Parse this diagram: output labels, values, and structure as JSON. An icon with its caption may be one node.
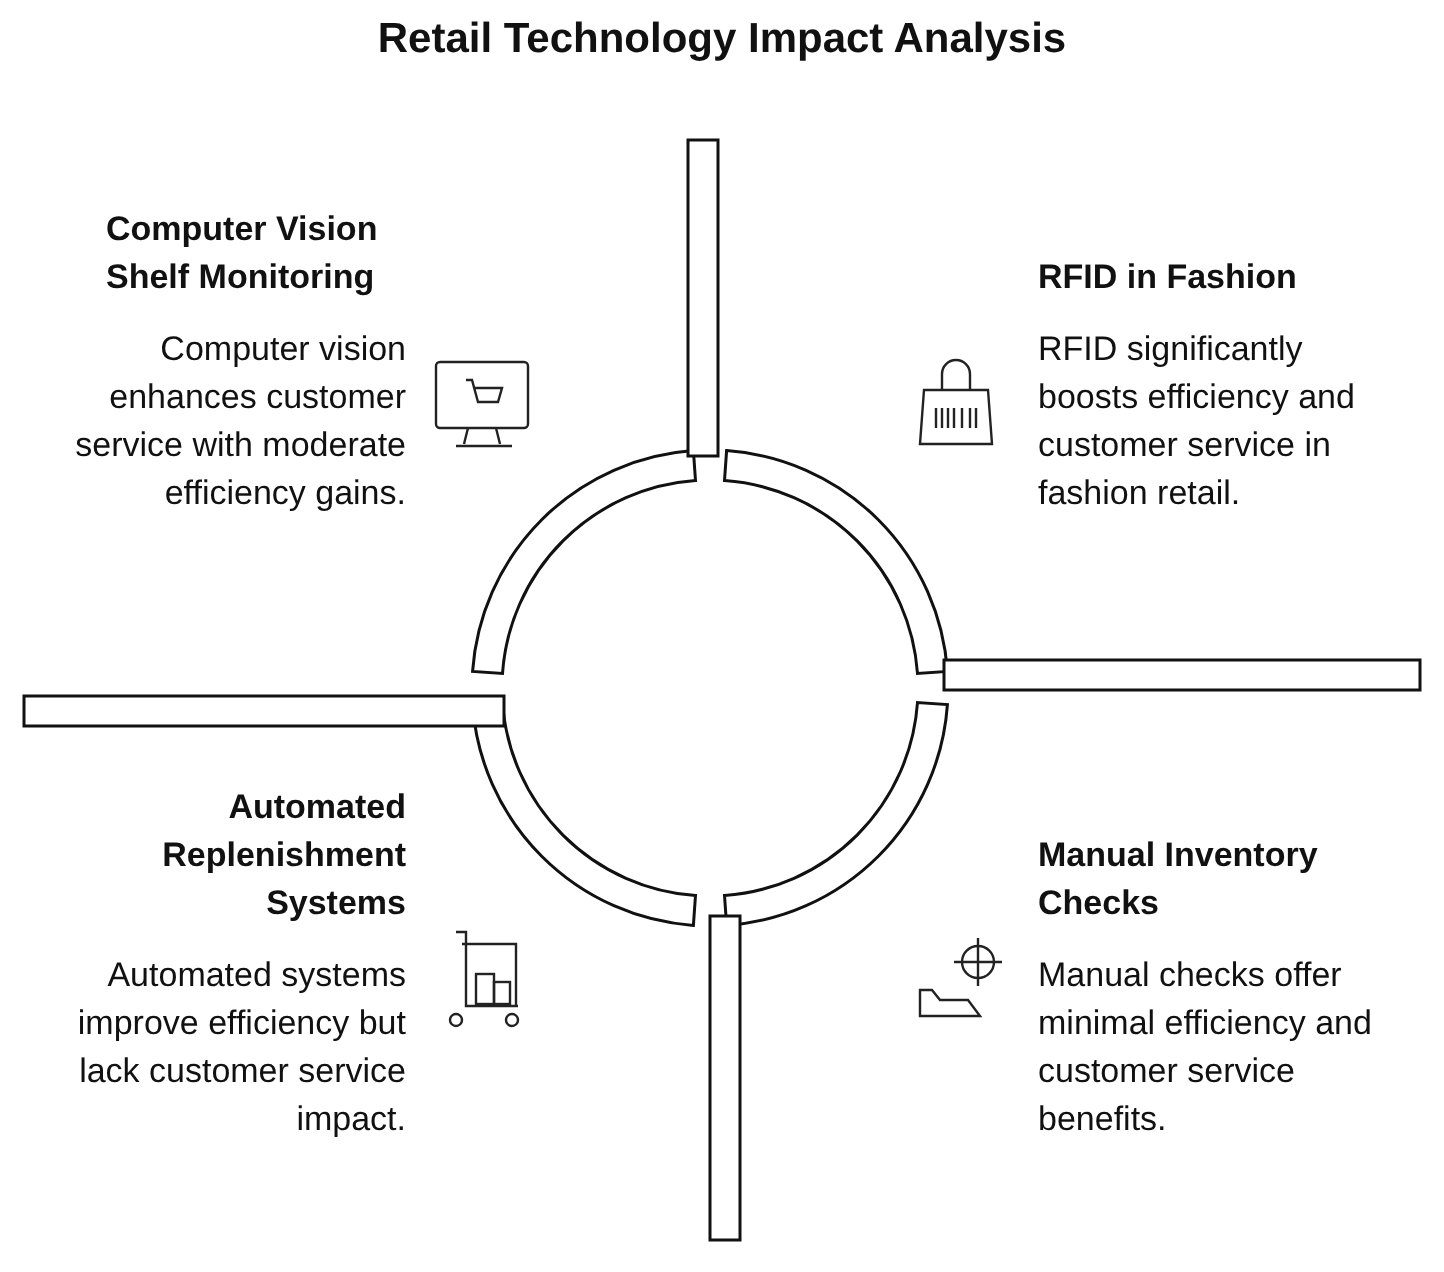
{
  "diagram": {
    "title": "Retail Technology Impact Analysis",
    "labels": [
      "Computer Vision Shelf Monitoring",
      "Computer vision enhances customer service with moderate efficiency gains.",
      "RFID in Fashion",
      "RFID significantly boosts efficiency and customer service in fashion retail.",
      "Automated Replenishment Systems",
      "Automated systems improve efficiency but lack customer service impact.",
      "Manual Inventory Checks",
      "Manual checks offer minimal efficiency and customer service benefits."
    ]
  }
}
